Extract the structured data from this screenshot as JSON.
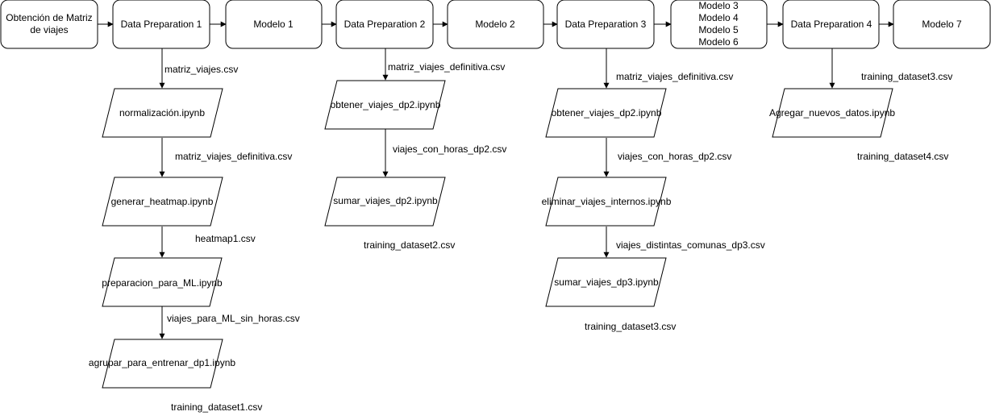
{
  "pipeline": [
    {
      "id": "obtencion",
      "lines": [
        "Obtención de Matriz",
        "de viajes"
      ]
    },
    {
      "id": "dp1",
      "lines": [
        "Data Preparation 1"
      ]
    },
    {
      "id": "modelo1",
      "lines": [
        "Modelo 1"
      ]
    },
    {
      "id": "dp2",
      "lines": [
        "Data Preparation 2"
      ]
    },
    {
      "id": "modelo2",
      "lines": [
        "Modelo 2"
      ]
    },
    {
      "id": "dp3",
      "lines": [
        "Data Preparation 3"
      ]
    },
    {
      "id": "modelos3_6",
      "lines": [
        "Modelo 3",
        "Modelo 4",
        "Modelo 5",
        "Modelo 6"
      ]
    },
    {
      "id": "dp4",
      "lines": [
        "Data Preparation 4"
      ]
    },
    {
      "id": "modelo7",
      "lines": [
        "Modelo 7"
      ]
    }
  ],
  "branches": {
    "dp1": {
      "notebooks": [
        "normalización.ipynb",
        "generar_heatmap.ipynb",
        "preparacion_para_ML.ipynb",
        "agrupar_para_entrenar_dp1.ipynb"
      ],
      "files": [
        "matriz_viajes.csv",
        "matriz_viajes_definitiva.csv",
        "heatmap1.csv",
        "viajes_para_ML_sin_horas.csv",
        "training_dataset1.csv"
      ]
    },
    "dp2": {
      "notebooks": [
        "obtener_viajes_dp2.ipynb",
        "sumar_viajes_dp2.ipynb"
      ],
      "files": [
        "matriz_viajes_definitiva.csv",
        "viajes_con_horas_dp2.csv",
        "training_dataset2.csv"
      ]
    },
    "dp3": {
      "notebooks": [
        "obtener_viajes_dp2.ipynb",
        "eliminar_viajes_internos.ipynb",
        "sumar_viajes_dp3.ipynb"
      ],
      "files": [
        "matriz_viajes_definitiva.csv",
        "viajes_con_horas_dp2.csv",
        "viajes_distintas_comunas_dp3.csv",
        "training_dataset3.csv"
      ]
    },
    "dp4": {
      "notebooks": [
        "Agregar_nuevos_datos.ipynb"
      ],
      "files": [
        "training_dataset3.csv",
        "training_dataset4.csv"
      ]
    }
  }
}
